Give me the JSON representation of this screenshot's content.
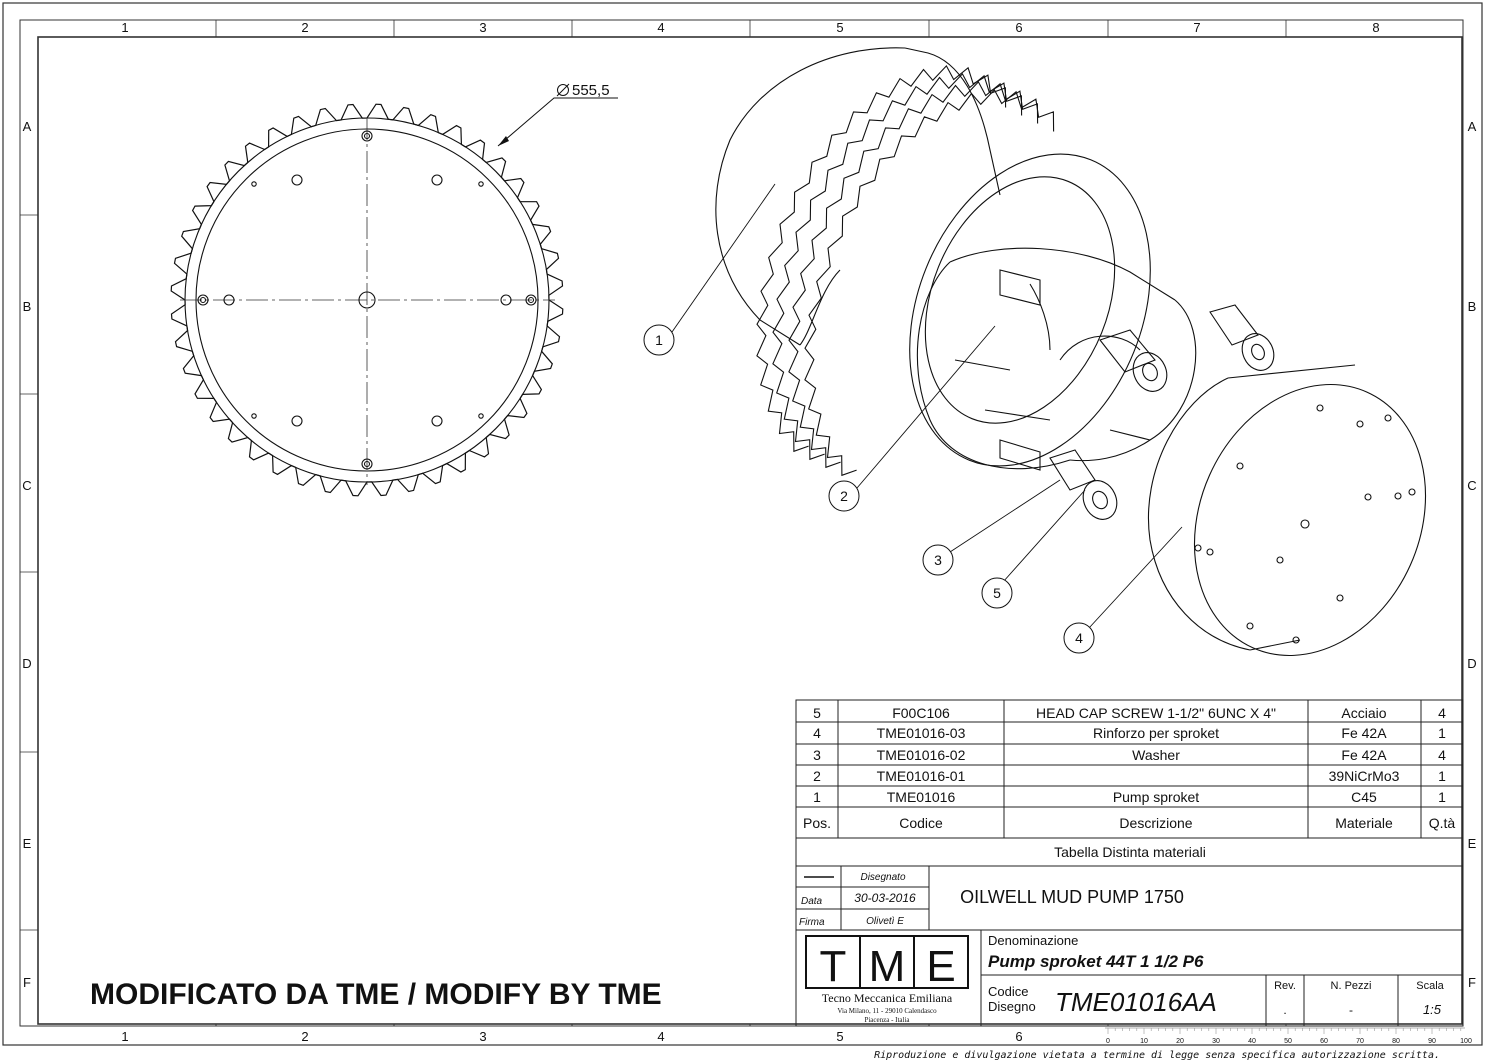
{
  "frame": {
    "columns": [
      "1",
      "2",
      "3",
      "4",
      "5",
      "6",
      "7",
      "8"
    ],
    "rows": [
      "A",
      "B",
      "C",
      "D",
      "E",
      "F"
    ]
  },
  "drawing": {
    "diameter_label": "555,5",
    "balloons": [
      "1",
      "2",
      "3",
      "4",
      "5"
    ],
    "modification_note": "MODIFICATO DA TME / MODIFY BY TME",
    "footer_notice": "Riproduzione e divulgazione vietata a termine di legge senza specifica autorizzazione scritta."
  },
  "bom": {
    "rows": [
      {
        "pos": "5",
        "codice": "F00C106",
        "descrizione": "HEAD CAP SCREW  1-1/2\" 6UNC  X 4\"",
        "materiale": "Acciaio",
        "qta": "4"
      },
      {
        "pos": "4",
        "codice": "TME01016-03",
        "descrizione": "Rinforzo per sproket",
        "materiale": "Fe 42A",
        "qta": "1"
      },
      {
        "pos": "3",
        "codice": "TME01016-02",
        "descrizione": "Washer",
        "materiale": "Fe 42A",
        "qta": "4"
      },
      {
        "pos": "2",
        "codice": "TME01016-01",
        "descrizione": "",
        "materiale": "39NiCrMo3",
        "qta": "1"
      },
      {
        "pos": "1",
        "codice": "TME01016",
        "descrizione": "Pump sproket",
        "materiale": "C45",
        "qta": "1"
      }
    ],
    "headers": {
      "pos": "Pos.",
      "codice": "Codice",
      "descrizione": "Descrizione",
      "materiale": "Materiale",
      "qta": "Q.tà"
    },
    "title": "Tabella Distinta materiali"
  },
  "titleblock": {
    "disegnato_label": "Disegnato",
    "data_label": "Data",
    "data_value": "30-03-2016",
    "firma_label": "Firma",
    "firma_value": "Olivetì E",
    "project_title": "OILWELL MUD PUMP 1750",
    "logo_letters": [
      "T",
      "M",
      "E"
    ],
    "company_name": "Tecno Meccanica Emiliana",
    "company_address_1": "Via Milano, 11 - 29010 Calendasco",
    "company_address_2": "Piacenza - Italia",
    "denominazione_label": "Denominazione",
    "denominazione_value": "Pump sproket 44T 1 1/2 P6",
    "codice_label_1": "Codice",
    "codice_label_2": "Disegno",
    "codice_value": "TME01016AA",
    "rev_label": "Rev.",
    "rev_value": ".",
    "npezzi_label": "N. Pezzi",
    "npezzi_value": "-",
    "scala_label": "Scala",
    "scala_value": "1:5"
  },
  "ruler": {
    "labels": [
      "0",
      "10",
      "20",
      "30",
      "40",
      "50",
      "60",
      "70",
      "80",
      "90",
      "100"
    ]
  }
}
